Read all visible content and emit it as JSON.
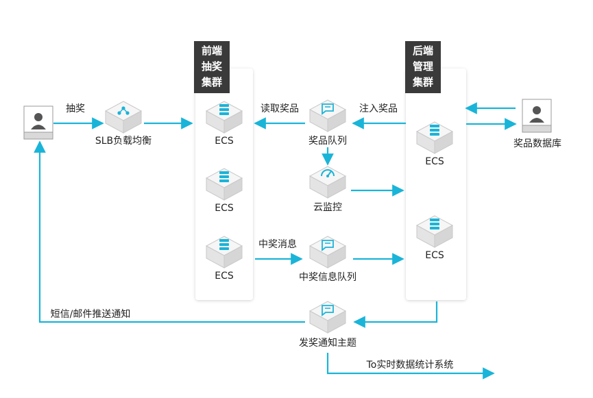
{
  "clusters": {
    "front_title": [
      "前端",
      "抽奖",
      "集群"
    ],
    "back_title": [
      "后端",
      "管理",
      "集群"
    ]
  },
  "nodes": {
    "slb": "SLB负载均衡",
    "ecs_front_1": "ECS",
    "ecs_front_2": "ECS",
    "ecs_front_3": "ECS",
    "prize_queue": "奖品队列",
    "cloud_monitor": "云监控",
    "win_queue": "中奖信息队列",
    "ecs_back_1": "ECS",
    "ecs_back_2": "ECS",
    "prize_db": "奖品数据库",
    "notify_topic": "发奖通知主题"
  },
  "edges": {
    "lottery": "抽奖",
    "read_prize": "读取奖品",
    "inject_prize": "注入奖品",
    "win_message": "中奖消息",
    "sms_email": "短信/邮件推送通知",
    "to_stats": "To实时数据统计系统"
  },
  "colors": {
    "accent": "#1AB4D8",
    "cube_top": "#F1F1F1",
    "cube_side": "#D9D9D9",
    "cube_icon": "#1AB4D8",
    "cluster_title_bg": "#3A3A3A"
  }
}
